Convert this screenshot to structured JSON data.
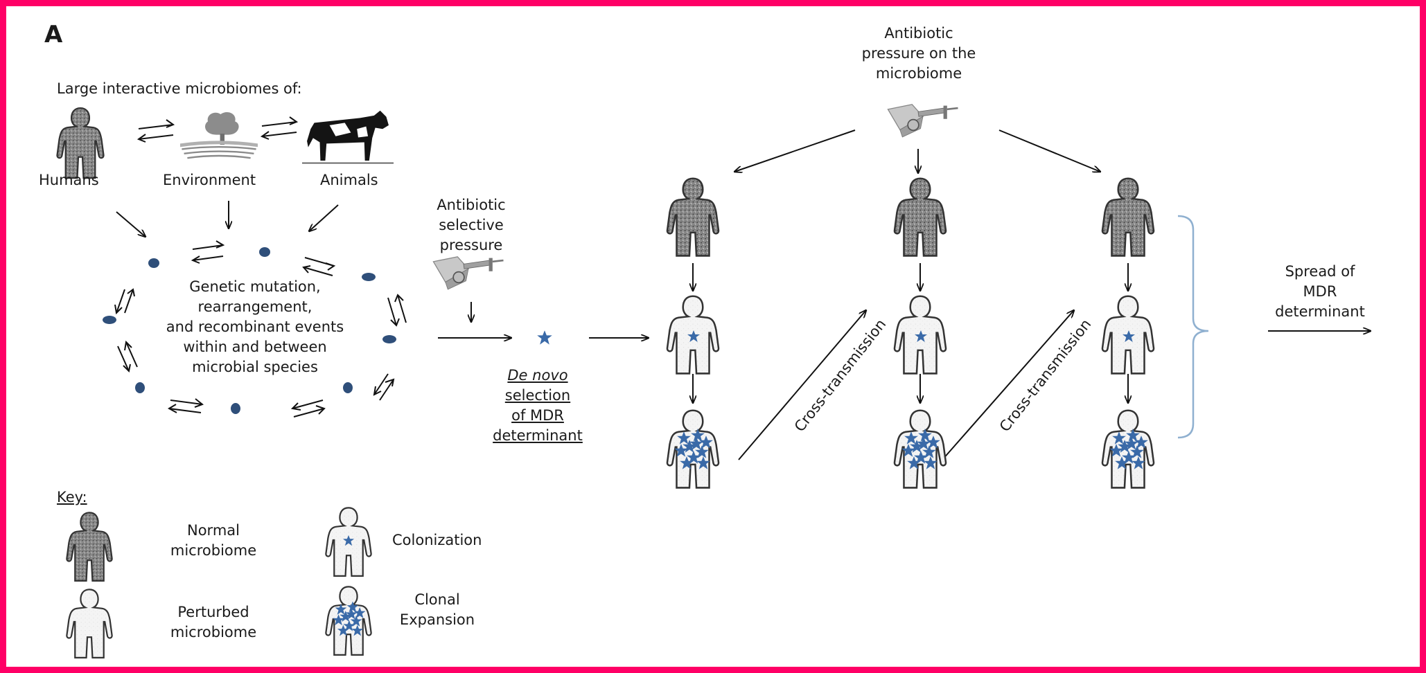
{
  "panel_label": "A",
  "sources": {
    "title": "Large interactive microbiomes of:",
    "humans": "Humans",
    "environment": "Environment",
    "animals": "Animals"
  },
  "mutation_text": [
    "Genetic mutation,",
    "rearrangement,",
    "and recombinant events",
    "within and between",
    "microbial species"
  ],
  "selective_pressure": [
    "Antibiotic",
    "selective",
    "pressure"
  ],
  "de_novo": {
    "italic": "De novo",
    "rest": [
      "selection",
      "of MDR",
      "determinant"
    ]
  },
  "microbiome_pressure": [
    "Antibiotic",
    "pressure on the",
    "microbiome"
  ],
  "cross_transmission": "Cross-transmission",
  "spread": [
    "Spread of",
    "MDR",
    "determinant"
  ],
  "key": {
    "title": "Key:",
    "normal": [
      "Normal",
      "microbiome"
    ],
    "perturbed": [
      "Perturbed",
      "microbiome"
    ],
    "colonization": "Colonization",
    "clonal": [
      "Clonal",
      "Expansion"
    ]
  },
  "colors": {
    "frame": "#ff0066",
    "microbe": "#3a6aa8",
    "bracket": "#8fb0d0"
  }
}
